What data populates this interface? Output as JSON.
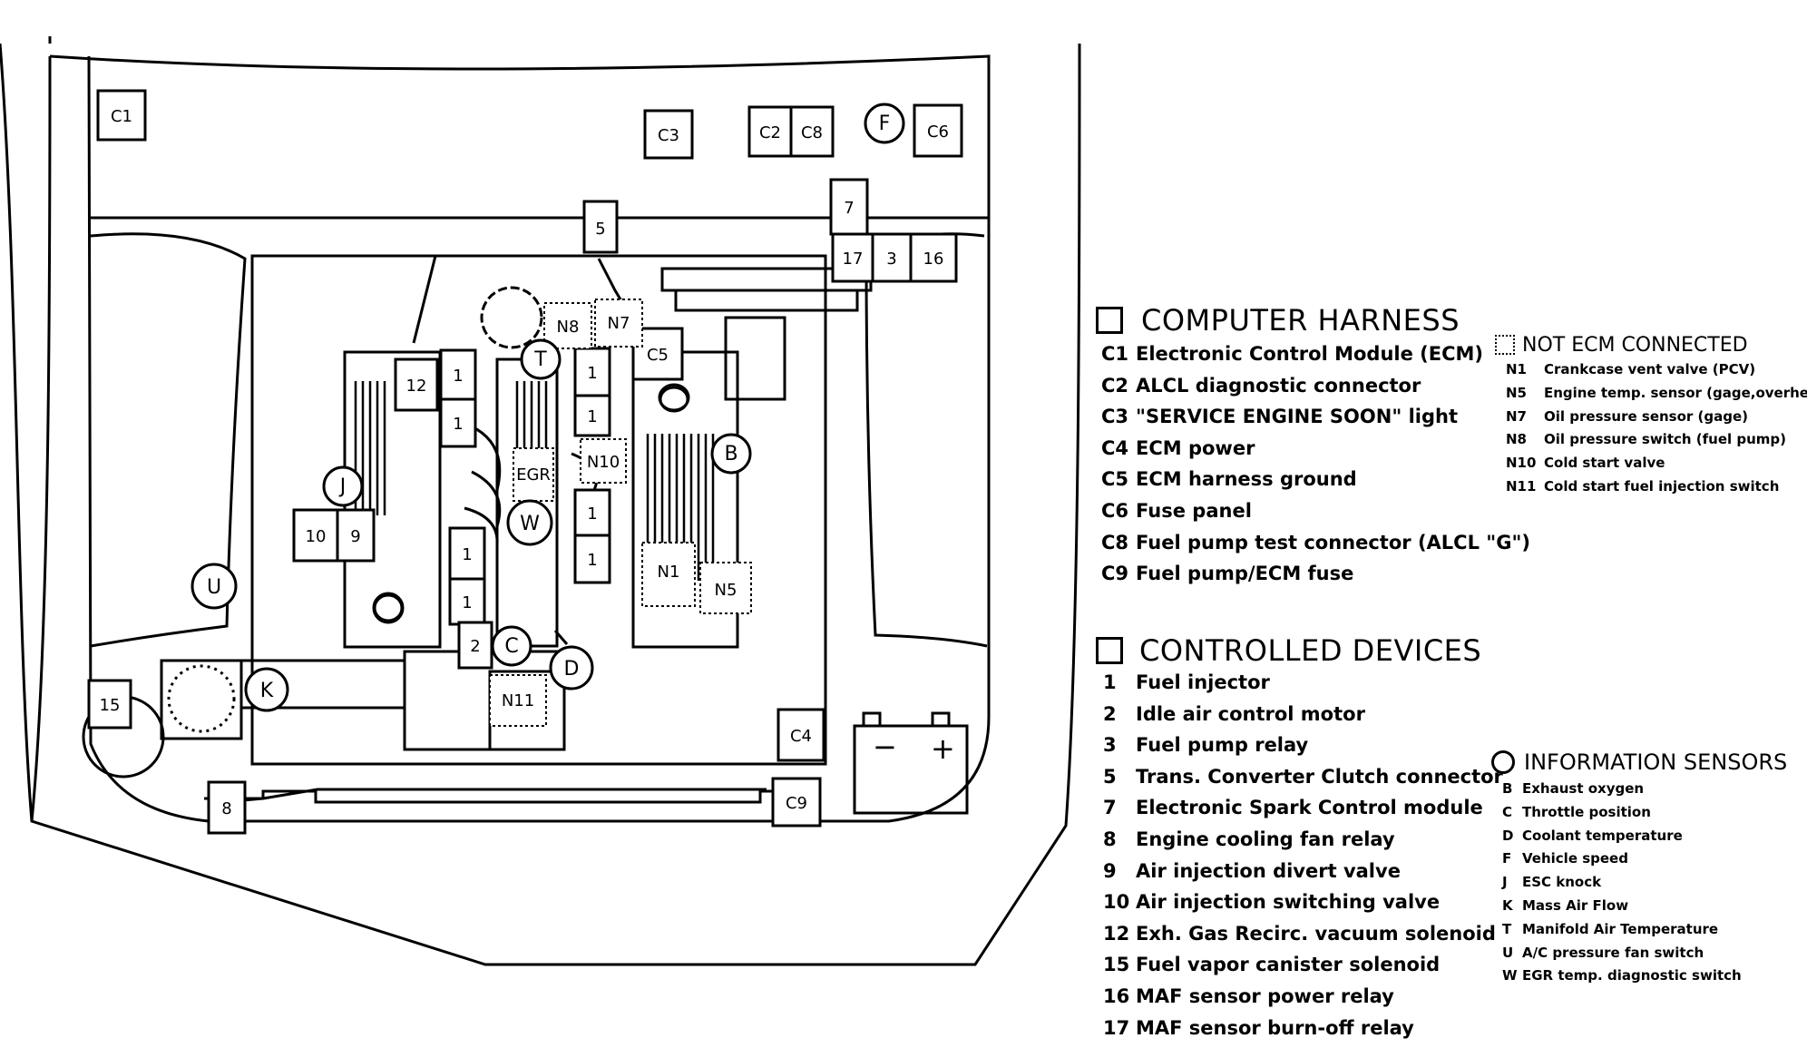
{
  "diagram_labels": {
    "C1": "C1",
    "C3": "C3",
    "C2": "C2",
    "C8": "C8",
    "F": "F",
    "C6": "C6",
    "n7": "7",
    "n5": "5",
    "n17": "17",
    "n3": "3",
    "n16": "16",
    "N8": "N8",
    "N7": "N7",
    "C5": "C5",
    "T": "T",
    "n12": "12",
    "n1a": "1",
    "n1b": "1",
    "n1c": "1",
    "n1d": "1",
    "n1e": "1",
    "n1f": "1",
    "n1g": "1",
    "n1h": "1",
    "EGR": "EGR",
    "N10": "N10",
    "B": "B",
    "J": "J",
    "W": "W",
    "n10": "10",
    "n9": "9",
    "U": "U",
    "N1": "N1",
    "N5": "N5",
    "n2": "2",
    "C": "C",
    "D": "D",
    "K": "K",
    "N11": "N11",
    "n15": "15",
    "C4": "C4",
    "n8": "8",
    "C9": "C9",
    "battery_minus": "−",
    "battery_plus": "+"
  },
  "computer_harness": {
    "title": "COMPUTER HARNESS",
    "items": [
      {
        "code": "C1",
        "text": "Electronic Control Module (ECM)"
      },
      {
        "code": "C2",
        "text": "ALCL diagnostic connector"
      },
      {
        "code": "C3",
        "text": "\"SERVICE ENGINE SOON\" light"
      },
      {
        "code": "C4",
        "text": "ECM power"
      },
      {
        "code": "C5",
        "text": "ECM harness ground"
      },
      {
        "code": "C6",
        "text": "Fuse panel"
      },
      {
        "code": "C8",
        "text": "Fuel pump test connector (ALCL \"G\")"
      },
      {
        "code": "C9",
        "text": "Fuel pump/ECM fuse"
      }
    ]
  },
  "not_ecm_connected": {
    "title": "NOT ECM CONNECTED",
    "items": [
      {
        "code": "N1",
        "text": "Crankcase vent valve (PCV)"
      },
      {
        "code": "N5",
        "text": "Engine temp. sensor (gage,overheat)"
      },
      {
        "code": "N7",
        "text": "Oil pressure sensor (gage)"
      },
      {
        "code": "N8",
        "text": "Oil pressure switch (fuel pump)"
      },
      {
        "code": "N10",
        "text": "Cold start valve"
      },
      {
        "code": "N11",
        "text": "Cold start fuel injection switch"
      }
    ]
  },
  "controlled_devices": {
    "title": "CONTROLLED DEVICES",
    "items": [
      {
        "code": "1",
        "text": "Fuel injector"
      },
      {
        "code": "2",
        "text": "Idle air control motor"
      },
      {
        "code": "3",
        "text": "Fuel pump relay"
      },
      {
        "code": "5",
        "text": "Trans. Converter Clutch connector"
      },
      {
        "code": "7",
        "text": "Electronic Spark Control module"
      },
      {
        "code": "8",
        "text": "Engine cooling fan relay"
      },
      {
        "code": "9",
        "text": "Air injection divert valve"
      },
      {
        "code": "10",
        "text": "Air injection switching valve"
      },
      {
        "code": "12",
        "text": "Exh. Gas Recirc. vacuum solenoid"
      },
      {
        "code": "15",
        "text": "Fuel vapor canister solenoid"
      },
      {
        "code": "16",
        "text": "MAF sensor power relay"
      },
      {
        "code": "17",
        "text": "MAF sensor burn-off relay"
      }
    ]
  },
  "information_sensors": {
    "title": "INFORMATION SENSORS",
    "items": [
      {
        "code": "B",
        "text": "Exhaust oxygen"
      },
      {
        "code": "C",
        "text": "Throttle position"
      },
      {
        "code": "D",
        "text": "Coolant temperature"
      },
      {
        "code": "F",
        "text": "Vehicle speed"
      },
      {
        "code": "J",
        "text": "ESC knock"
      },
      {
        "code": "K",
        "text": "Mass Air Flow"
      },
      {
        "code": "T",
        "text": "Manifold Air Temperature"
      },
      {
        "code": "U",
        "text": "A/C pressure fan switch"
      },
      {
        "code": "W",
        "text": "EGR temp. diagnostic switch"
      }
    ]
  }
}
